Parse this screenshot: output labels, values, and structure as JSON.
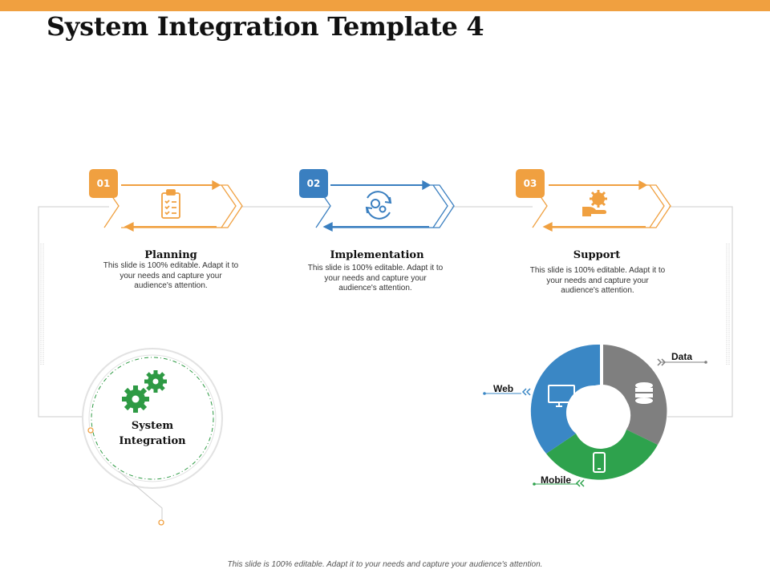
{
  "slide": {
    "title": "System Integration Template 4",
    "footer": "This slide is 100% editable. Adapt it to your needs and capture your audience's attention."
  },
  "colors": {
    "accent_orange": "#f0a040",
    "accent_blue": "#3a7fc0",
    "gear_green": "#2e9a44",
    "segment_gray": "#7f7f7f",
    "segment_blue": "#3a87c5",
    "segment_green": "#2ea24d"
  },
  "steps": [
    {
      "number": "01",
      "heading": "Planning",
      "description": "This slide is 100% editable. Adapt it to your needs and capture your audience's attention.",
      "icon": "clipboard-checklist-icon",
      "color": "orange"
    },
    {
      "number": "02",
      "heading": "Implementation",
      "description": "This slide is 100% editable. Adapt it to your needs and capture your audience's attention.",
      "icon": "gears-refresh-icon",
      "color": "blue"
    },
    {
      "number": "03",
      "heading": "Support",
      "description": "This slide is 100% editable. Adapt it to your needs and capture your audience's attention.",
      "icon": "hand-gear-icon",
      "color": "orange"
    }
  ],
  "hub": {
    "label": "System Integration",
    "icon": "gears-icon"
  },
  "donut": {
    "segments": [
      {
        "label": "Data",
        "icon": "database-icon",
        "color": "#7f7f7f"
      },
      {
        "label": "Mobile",
        "icon": "smartphone-icon",
        "color": "#2ea24d"
      },
      {
        "label": "Web",
        "icon": "monitor-icon",
        "color": "#3a87c5"
      }
    ]
  }
}
